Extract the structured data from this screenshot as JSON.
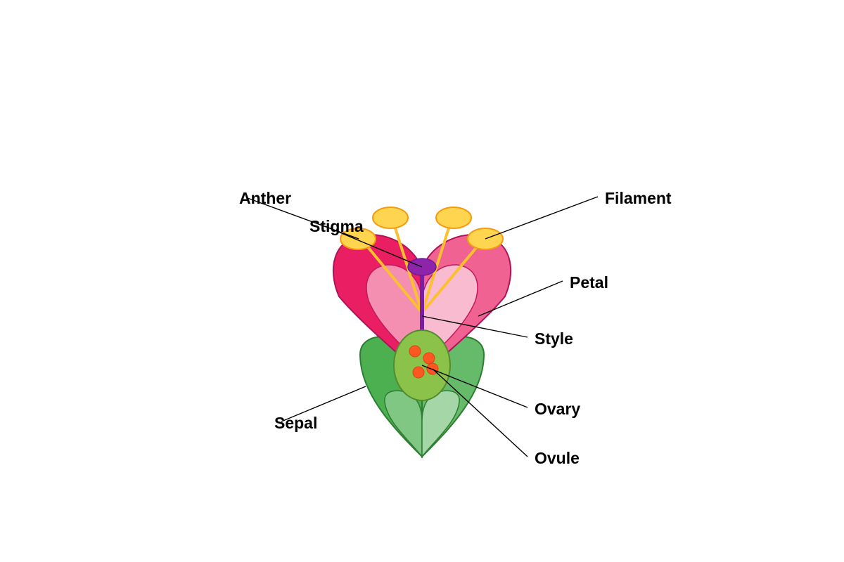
{
  "diagram": {
    "labels": {
      "anther": "Anther",
      "stigma": "Stigma",
      "filament": "Filament",
      "petal": "Petal",
      "style": "Style",
      "ovary": "Ovary",
      "ovule": "Ovule",
      "sepal": "Sepal"
    }
  },
  "colors": {
    "petal_outer_left": "#e91e63",
    "petal_outer_right": "#f06292",
    "petal_inner_left": "#f48fb1",
    "petal_inner_right": "#f8bbd0",
    "sepal_left": "#4caf50",
    "sepal_right": "#66bb6a",
    "sepal_inner_left": "#81c784",
    "sepal_inner_right": "#a5d6a7",
    "ovary": "#8bc34a",
    "ovule": "#ff5722",
    "anther": "#ffd54f",
    "filament": "#fbc02d",
    "stigma": "#8e24aa",
    "style": "#7b1fa2"
  }
}
